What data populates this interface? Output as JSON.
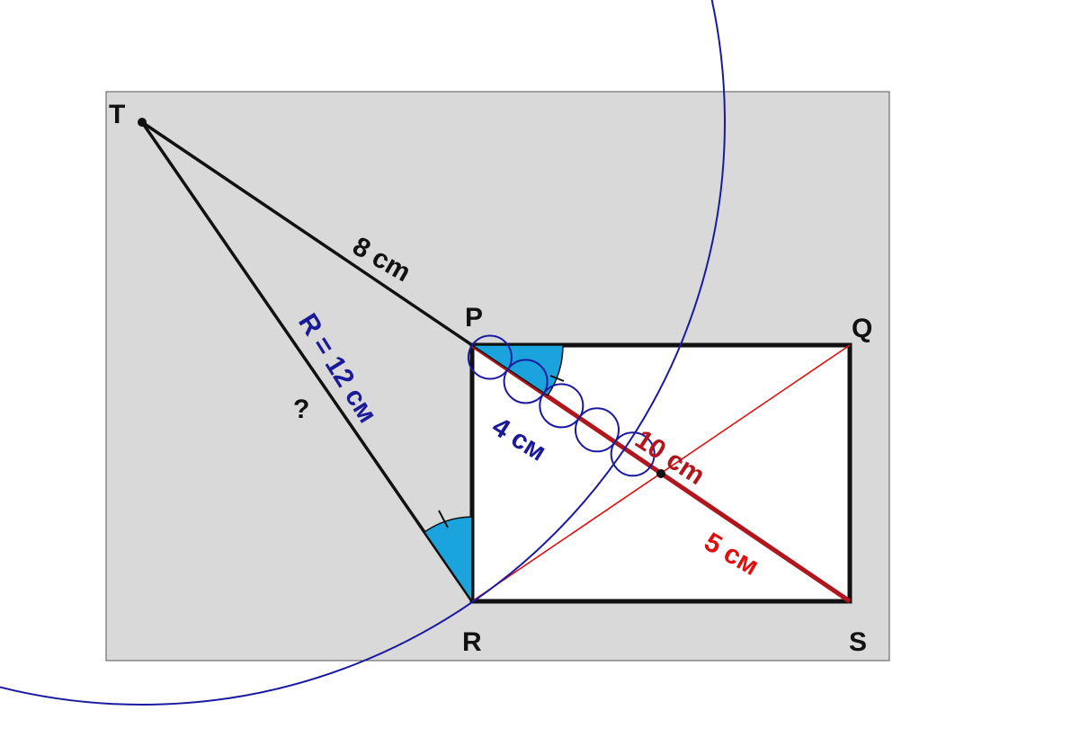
{
  "colors": {
    "background_panel": "#d9d9d9",
    "rectangle_fill": "#ffffff",
    "stroke_black": "#111111",
    "angle_fill": "#1aa3dd",
    "circle_blue": "#1a1aa0",
    "diagonal_red": "#b0161c",
    "thin_red": "#e01010"
  },
  "vertices": {
    "T": "T",
    "P": "P",
    "Q": "Q",
    "R": "R",
    "S": "S"
  },
  "labels": {
    "tp_length": "8 cm",
    "tr_unknown": "?",
    "radius": "R = 12 см",
    "small_segment": "4 см",
    "diagonal": "10 cm",
    "half_diagonal": "5 см"
  }
}
